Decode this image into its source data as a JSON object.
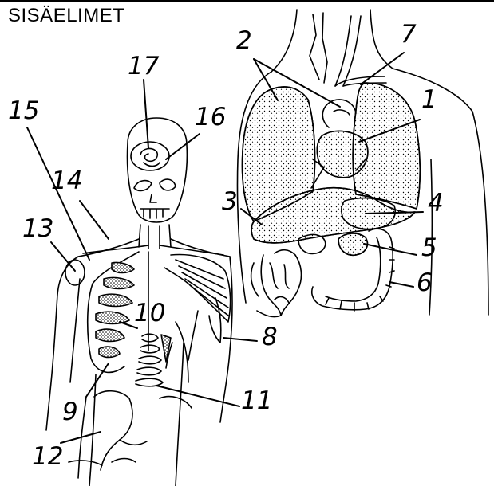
{
  "title": "SISÄELIMET",
  "labels": [
    "1",
    "2",
    "3",
    "4",
    "5",
    "6",
    "7",
    "8",
    "9",
    "10",
    "11",
    "12",
    "13",
    "14",
    "15",
    "16",
    "17"
  ]
}
